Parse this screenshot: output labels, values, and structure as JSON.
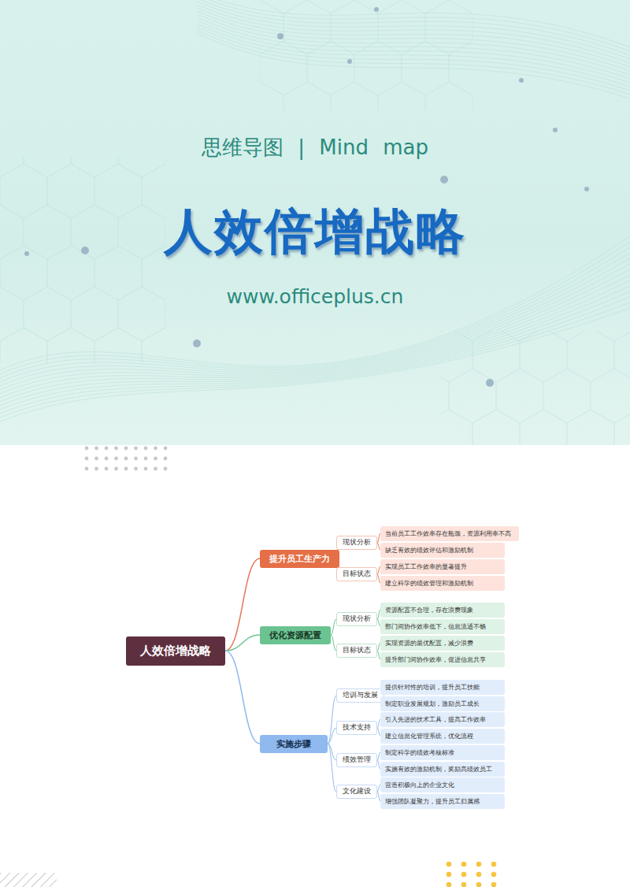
{
  "diagram": {
    "title": "人效倍增战略",
    "nodes": [
      {
        "text": [
          "人效倍增战略"
        ]
      },
      {
        "text": [
          "提升员工生产力"
        ]
      },
      {
        "text": [
          "现状分析"
        ]
      },
      {
        "text": [
          "当前员工工作效率存在瓶颈，资源利用率不高"
        ]
      },
      {
        "text": [
          "缺乏有效的绩效评估和激励机制"
        ]
      },
      {
        "text": [
          "目标状态"
        ]
      },
      {
        "text": [
          "实现员工工作效率的显著提升"
        ]
      },
      {
        "text": [
          "建立科学的绩效管理和激励机制"
        ]
      },
      {
        "text": [
          "优化资源配置"
        ]
      },
      {
        "text": [
          "现状分析"
        ]
      },
      {
        "text": [
          "资源配置不合理，存在浪费现象"
        ]
      },
      {
        "text": [
          "部门间协作效率低下，信息流通不畅"
        ]
      },
      {
        "text": [
          "目标状态"
        ]
      },
      {
        "text": [
          "实现资源的最优配置，减少浪费"
        ]
      },
      {
        "text": [
          "提升部门间协作效率，促进信息共享"
        ]
      },
      {
        "text": [
          "实施步骤"
        ]
      },
      {
        "text": [
          "培训与发展"
        ]
      },
      {
        "text": [
          "提供针对性的培训，提升员工技能"
        ]
      },
      {
        "text": [
          "制定职业发展规划，激励员工成长"
        ]
      },
      {
        "text": [
          "技术支持"
        ]
      },
      {
        "text": [
          "引入先进的技术工具，提高工作效率"
        ]
      },
      {
        "text": [
          "建立信息化管理系统，优化流程"
        ]
      },
      {
        "text": [
          "绩效管理"
        ]
      },
      {
        "text": [
          "制定科学的绩效考核标准"
        ]
      },
      {
        "text": [
          "实施有效的激励机制，奖励高绩效员工"
        ]
      },
      {
        "text": [
          "文化建设"
        ]
      },
      {
        "text": [
          "营造积极向上的企业文化"
        ]
      },
      {
        "text": [
          "增强团队凝聚力，提升员工归属感"
        ]
      }
    ],
    "edges": [
      {
        "from": 0,
        "to": 1,
        "arrow": "none"
      },
      {
        "from": 1,
        "to": 2,
        "arrow": "none"
      },
      {
        "from": 2,
        "to": 3,
        "arrow": "none"
      },
      {
        "from": 2,
        "to": 4,
        "arrow": "none"
      },
      {
        "from": 1,
        "to": 5,
        "arrow": "none"
      },
      {
        "from": 5,
        "to": 6,
        "arrow": "none"
      },
      {
        "from": 5,
        "to": 7,
        "arrow": "none"
      },
      {
        "from": 0,
        "to": 8,
        "arrow": "none"
      },
      {
        "from": 8,
        "to": 9,
        "arrow": "none"
      },
      {
        "from": 9,
        "to": 10,
        "arrow": "none"
      },
      {
        "from": 9,
        "to": 11,
        "arrow": "none"
      },
      {
        "from": 8,
        "to": 12,
        "arrow": "none"
      },
      {
        "from": 12,
        "to": 13,
        "arrow": "none"
      },
      {
        "from": 12,
        "to": 14,
        "arrow": "none"
      },
      {
        "from": 0,
        "to": 15,
        "arrow": "none"
      },
      {
        "from": 15,
        "to": 16,
        "arrow": "none"
      },
      {
        "from": 16,
        "to": 17,
        "arrow": "none"
      },
      {
        "from": 16,
        "to": 18,
        "arrow": "none"
      },
      {
        "from": 15,
        "to": 19,
        "arrow": "none"
      },
      {
        "from": 19,
        "to": 20,
        "arrow": "none"
      },
      {
        "from": 19,
        "to": 21,
        "arrow": "none"
      },
      {
        "from": 15,
        "to": 22,
        "arrow": "none"
      },
      {
        "from": 22,
        "to": 23,
        "arrow": "none"
      },
      {
        "from": 22,
        "to": 24,
        "arrow": "none"
      },
      {
        "from": 15,
        "to": 25,
        "arrow": "none"
      },
      {
        "from": 25,
        "to": 26,
        "arrow": "none"
      },
      {
        "from": 25,
        "to": 27,
        "arrow": "none"
      }
    ],
    "labels": [
      "思维导图 | Mind map",
      "www.officeplus.cn"
    ]
  }
}
